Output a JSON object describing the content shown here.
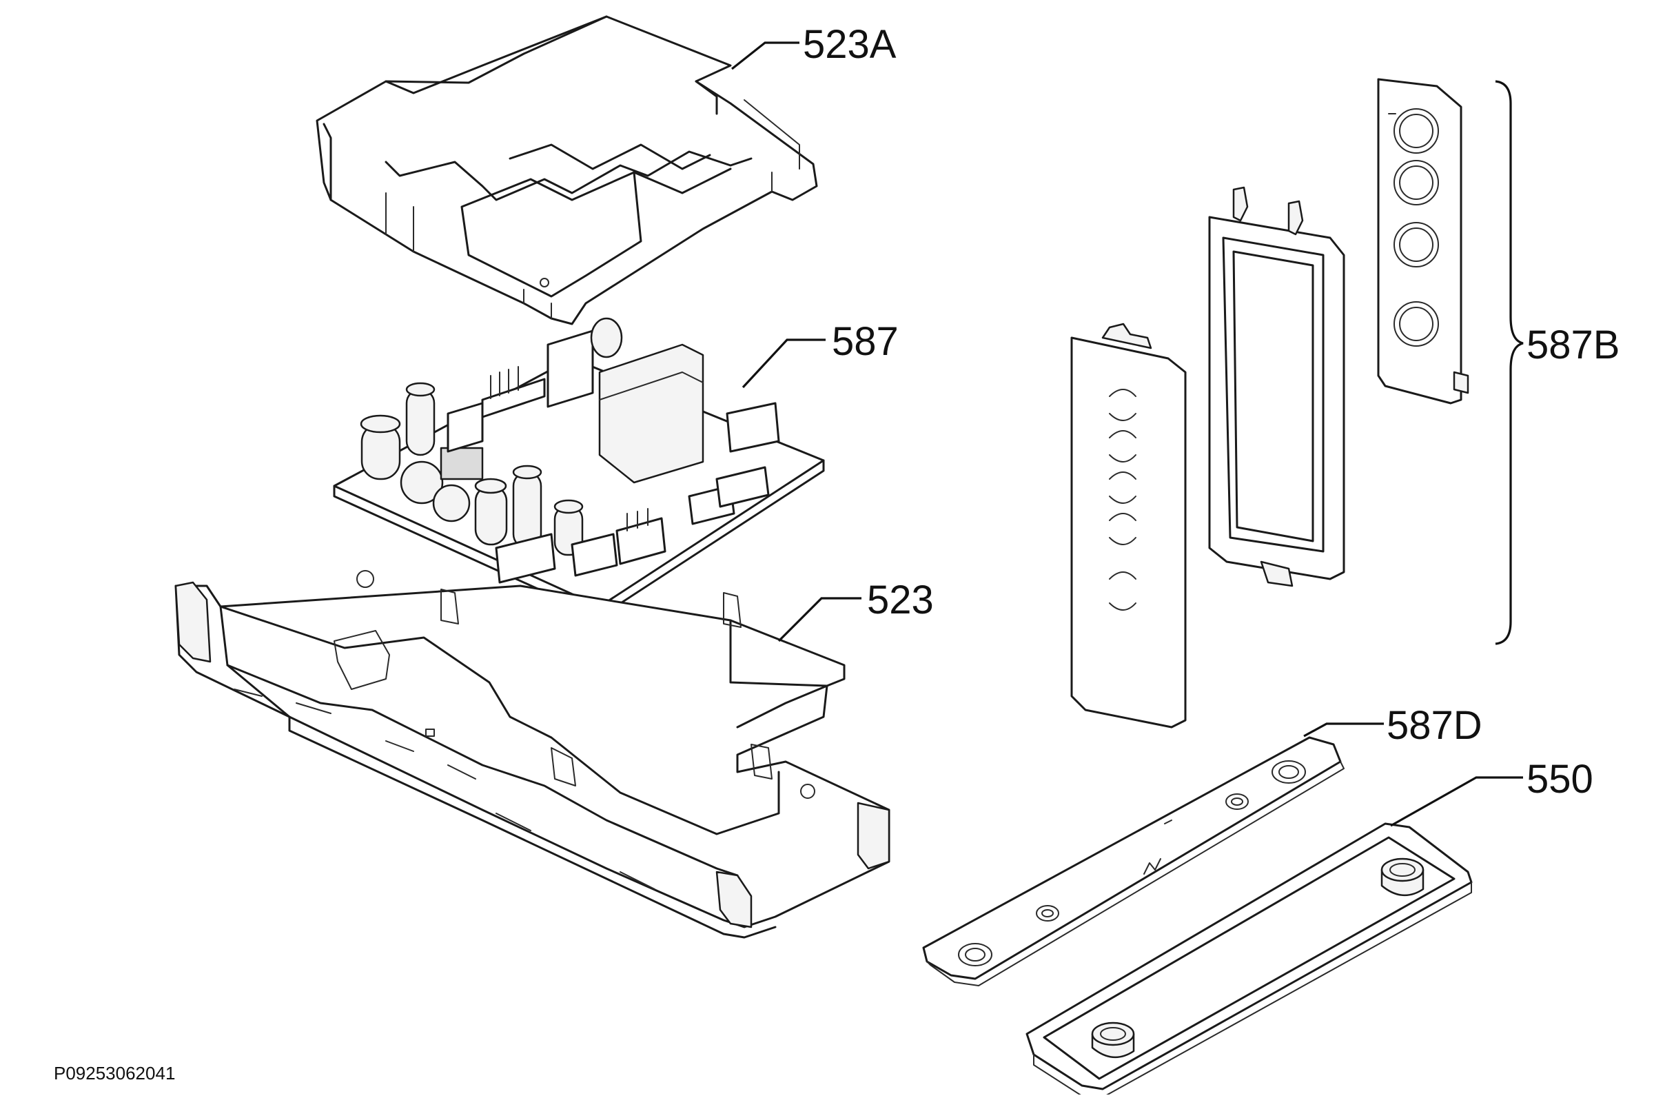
{
  "diagram": {
    "document_code": "P09253062041",
    "part_labels": [
      {
        "id": "cover",
        "text": "523A"
      },
      {
        "id": "pcb",
        "text": "587"
      },
      {
        "id": "housing",
        "text": "523"
      },
      {
        "id": "keypad-set",
        "text": "587B"
      },
      {
        "id": "key-strip",
        "text": "587D"
      },
      {
        "id": "button-tray",
        "text": "550"
      }
    ]
  }
}
